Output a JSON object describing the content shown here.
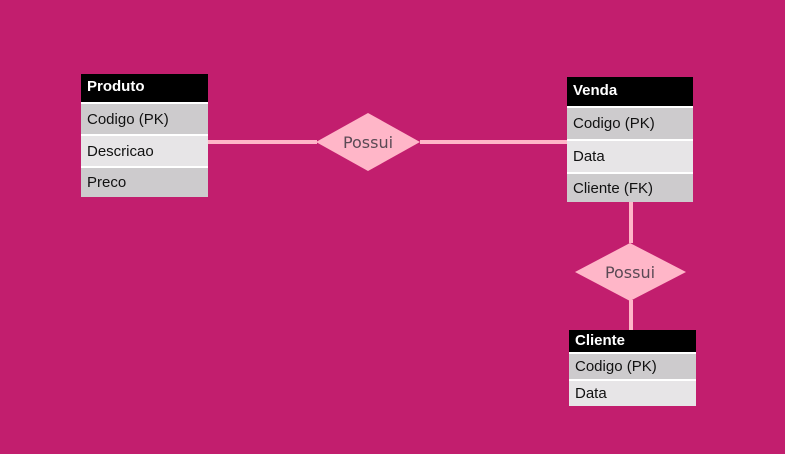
{
  "diagram": {
    "background": "#c21e6e",
    "line_color": "#ffb6c8",
    "diamond_color": "#ffb6c8",
    "entities": [
      {
        "name": "Produto",
        "attributes": [
          "Codigo (PK)",
          "Descricao",
          "Preco"
        ]
      },
      {
        "name": "Venda",
        "attributes": [
          "Codigo (PK)",
          "Data",
          "Cliente (FK)"
        ]
      },
      {
        "name": "Cliente",
        "attributes": [
          "Codigo (PK)",
          "Data"
        ]
      }
    ],
    "relationships": [
      {
        "label": "Possui",
        "from": "Produto",
        "to": "Venda"
      },
      {
        "label": "Possui",
        "from": "Venda",
        "to": "Cliente"
      }
    ]
  }
}
